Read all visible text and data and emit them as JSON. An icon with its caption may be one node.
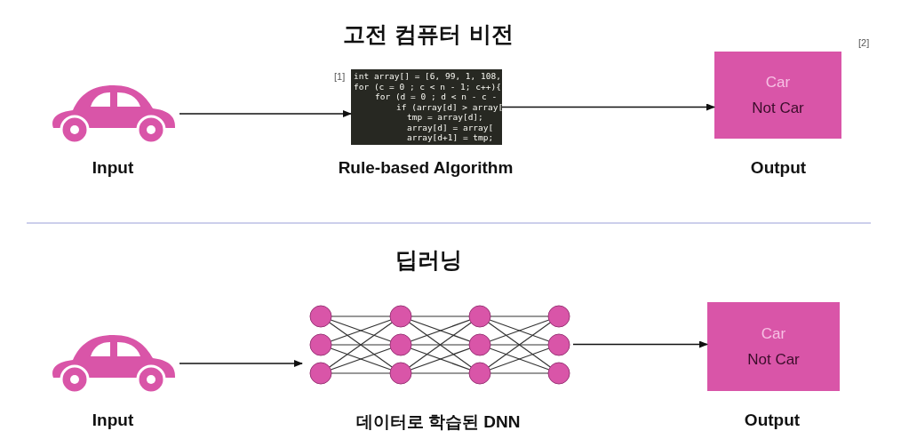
{
  "diagram": {
    "nodes": [
      {
        "text": [],
        "shape": "picture",
        "beside": [
          "Input"
        ]
      },
      {
        "text": [
          "int array[] = [6, 99, 1, 108,",
          "for (c = 0 ; c < n - 1; c++){",
          "for (d = 0 ; d < n - c -",
          "if (array[d] > array[",
          "tmp = array[d];",
          "array[d] = array[",
          "array[d+1] = tmp;"
        ],
        "beside": [
          "Rule-based Algorithm"
        ]
      },
      {
        "text": [
          "Car",
          "Not Car"
        ],
        "beside": [
          "Output"
        ]
      },
      {
        "text": [],
        "shape": "picture",
        "beside": [
          "Input"
        ]
      },
      {
        "text": [],
        "shape": "picture",
        "beside": [
          "데이터로 학습된 DNN"
        ]
      },
      {
        "text": [
          "Car",
          "Not Car"
        ],
        "beside": [
          "Output"
        ]
      }
    ],
    "edges": [
      {
        "from": 0,
        "to": 1,
        "arrow": "to"
      },
      {
        "from": 1,
        "to": 2,
        "arrow": "to"
      },
      {
        "from": 3,
        "to": 4,
        "arrow": "to"
      },
      {
        "from": 4,
        "to": 5,
        "arrow": "to"
      }
    ],
    "labels": [
      "고전 컴퓨터 비전",
      "[1]",
      "[2]",
      "딥러닝"
    ]
  }
}
